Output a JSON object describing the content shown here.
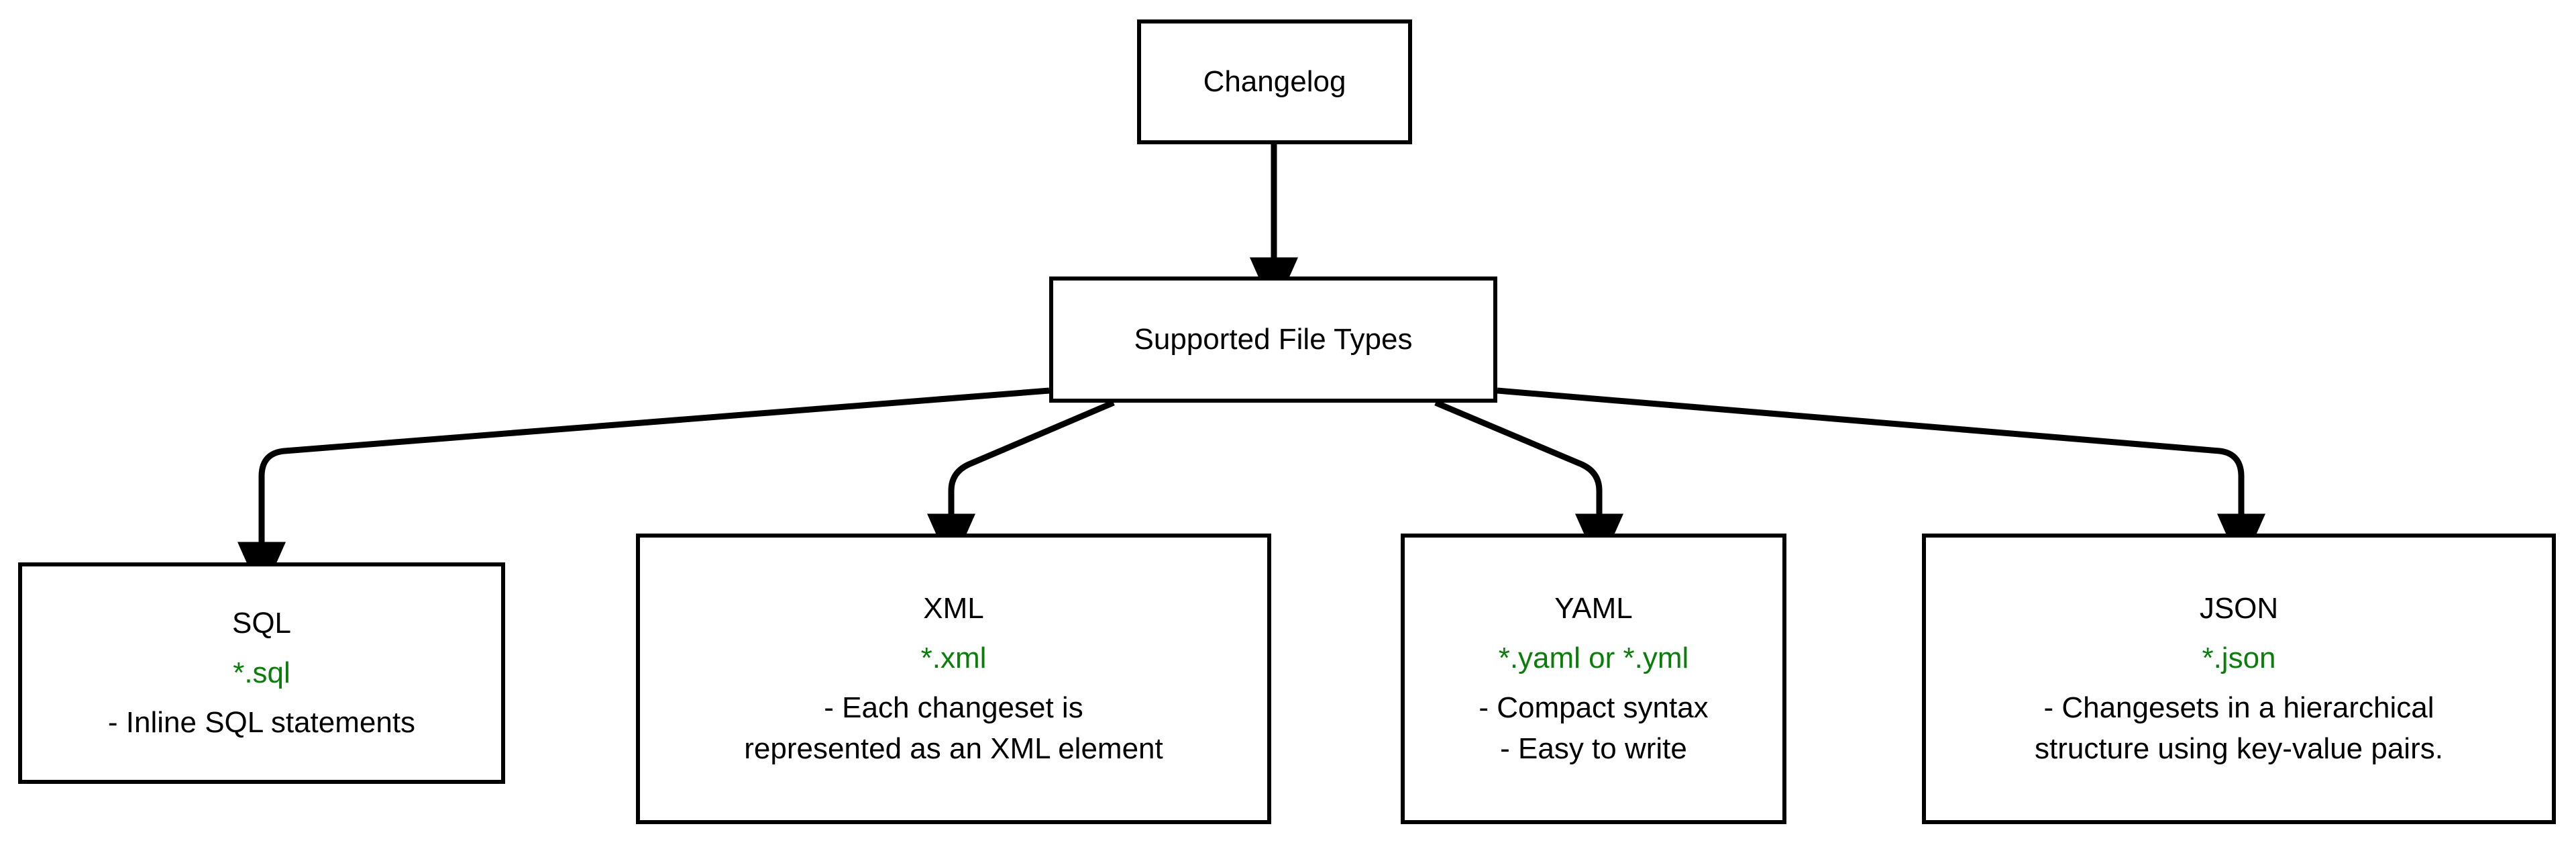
{
  "diagram": {
    "type": "flowchart",
    "direction": "top-down",
    "background_color": "#ffffff",
    "node_border_color": "#000000",
    "node_fill_color": "#ffffff",
    "text_color": "#000000",
    "accent_color": "#0a7d0a",
    "nodes": {
      "changelog": {
        "title": "Changelog"
      },
      "supported": {
        "title": "Supported File Types"
      },
      "sql": {
        "title": "SQL",
        "extensions": "*.sql",
        "desc_line1": "- Inline SQL statements",
        "desc_line2": ""
      },
      "xml": {
        "title": "XML",
        "extensions": "*.xml",
        "desc_line1": "- Each changeset is",
        "desc_line2": "represented as an XML element"
      },
      "yaml": {
        "title": "YAML",
        "extensions": "*.yaml or *.yml",
        "desc_line1": "- Compact syntax",
        "desc_line2": "- Easy to write"
      },
      "json": {
        "title": "JSON",
        "extensions": "*.json",
        "desc_line1": "- Changesets in a hierarchical",
        "desc_line2": "structure using key-value pairs."
      }
    },
    "edges": [
      {
        "from": "changelog",
        "to": "supported",
        "arrow": "arrowhead-down"
      },
      {
        "from": "supported",
        "to": "sql",
        "arrow": "arrowhead-down"
      },
      {
        "from": "supported",
        "to": "xml",
        "arrow": "arrowhead-down"
      },
      {
        "from": "supported",
        "to": "yaml",
        "arrow": "arrowhead-down"
      },
      {
        "from": "supported",
        "to": "json",
        "arrow": "arrowhead-down"
      }
    ]
  }
}
